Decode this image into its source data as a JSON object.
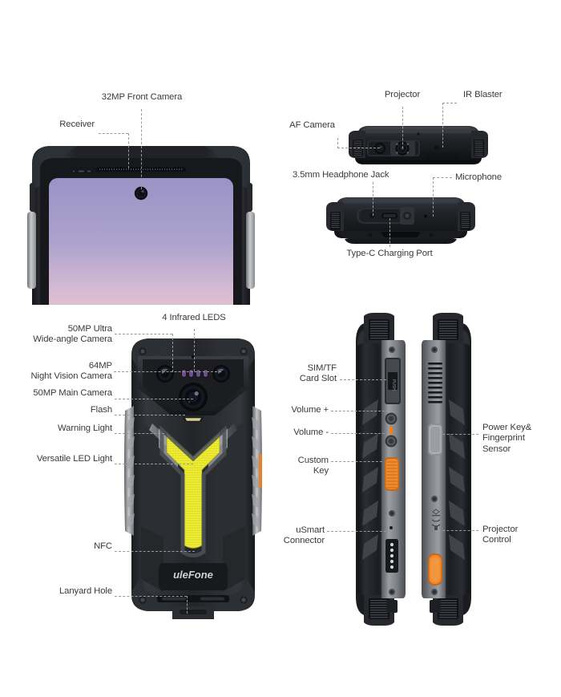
{
  "diagram": {
    "product_brand": "uleFone",
    "colors": {
      "label_text": "#3a3a3a",
      "leader_line": "#9a9a9a",
      "background": "#ffffff",
      "body_black": "#1e1f21",
      "body_dark_gray": "#3a3c40",
      "body_mid_gray": "#7b7d80",
      "body_light_gray": "#b3b5b8",
      "led_yellow": "#ecea2e",
      "accent_orange": "#ef7f23",
      "screen_top": "#9b93c6",
      "screen_bottom": "#f0c4cf"
    },
    "panels": [
      {
        "id": "front-view",
        "name": "Front View (top portion)"
      },
      {
        "id": "top-edge-view",
        "name": "Top Edge View"
      },
      {
        "id": "bottom-edge-view",
        "name": "Bottom Edge View"
      },
      {
        "id": "back-view",
        "name": "Back View"
      },
      {
        "id": "left-side-view",
        "name": "Left Side View"
      },
      {
        "id": "right-side-view",
        "name": "Right Side View"
      }
    ],
    "callouts": {
      "front": [
        {
          "key": "front_camera",
          "label": "32MP Front Camera"
        },
        {
          "key": "receiver",
          "label": "Receiver"
        }
      ],
      "top_edge": [
        {
          "key": "projector",
          "label": "Projector"
        },
        {
          "key": "ir_blaster",
          "label": "IR Blaster"
        },
        {
          "key": "af_camera",
          "label": "AF Camera"
        }
      ],
      "bottom_edge": [
        {
          "key": "headphone_jack",
          "label": "3.5mm Headphone Jack"
        },
        {
          "key": "microphone",
          "label": "Microphone"
        },
        {
          "key": "type_c",
          "label": "Type-C Charging Port"
        }
      ],
      "back": [
        {
          "key": "infrared_leds",
          "label": "4 Infrared LEDS"
        },
        {
          "key": "ultra_wide",
          "label": "50MP Ultra\nWide-angle Camera"
        },
        {
          "key": "night_vision",
          "label": "64MP\nNight Vision Camera"
        },
        {
          "key": "main_camera",
          "label": "50MP Main Camera"
        },
        {
          "key": "flash",
          "label": "Flash"
        },
        {
          "key": "warning_light",
          "label": "Warning Light"
        },
        {
          "key": "versatile_led",
          "label": "Versatile LED Light"
        },
        {
          "key": "nfc",
          "label": "NFC"
        },
        {
          "key": "lanyard_hole",
          "label": "Lanyard Hole"
        }
      ],
      "left_side": [
        {
          "key": "sim_tf_slot",
          "label": "SIM/TF\nCard Slot"
        },
        {
          "key": "volume_up",
          "label": "Volume +"
        },
        {
          "key": "volume_down",
          "label": "Volume -"
        },
        {
          "key": "custom_key",
          "label": "Custom\nKey"
        },
        {
          "key": "usmart_connector",
          "label": "uSmart\nConnector"
        }
      ],
      "right_side": [
        {
          "key": "power_fingerprint",
          "label": "Power Key&\nFingerprint\nSensor"
        },
        {
          "key": "projector_control",
          "label": "Projector\nControl"
        }
      ]
    }
  }
}
